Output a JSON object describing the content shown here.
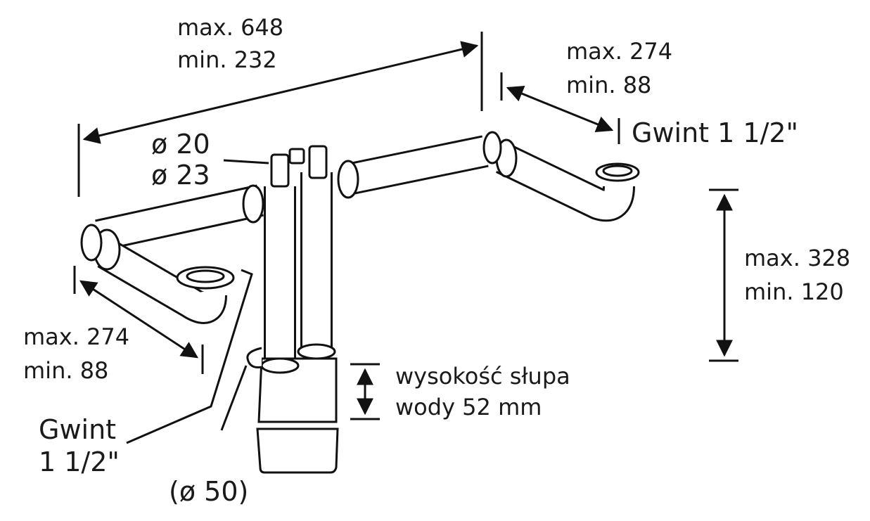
{
  "labels": {
    "top_max": "max. 648",
    "top_min": "min. 232",
    "right_top_max": "max. 274",
    "right_top_min": "min. 88",
    "thread_right": "Gwint 1 1/2\"",
    "dia_20": "ø 20",
    "dia_23": "ø 23",
    "height_max": "max. 328",
    "height_min": "min. 120",
    "left_max": "max. 274",
    "left_min": "min. 88",
    "water_line1": "wysokość słupa",
    "water_line2": "wody 52 mm",
    "thread_left_line1": "Gwint",
    "thread_left_line2": "1 1/2\"",
    "dia_50": "(ø 50)"
  }
}
